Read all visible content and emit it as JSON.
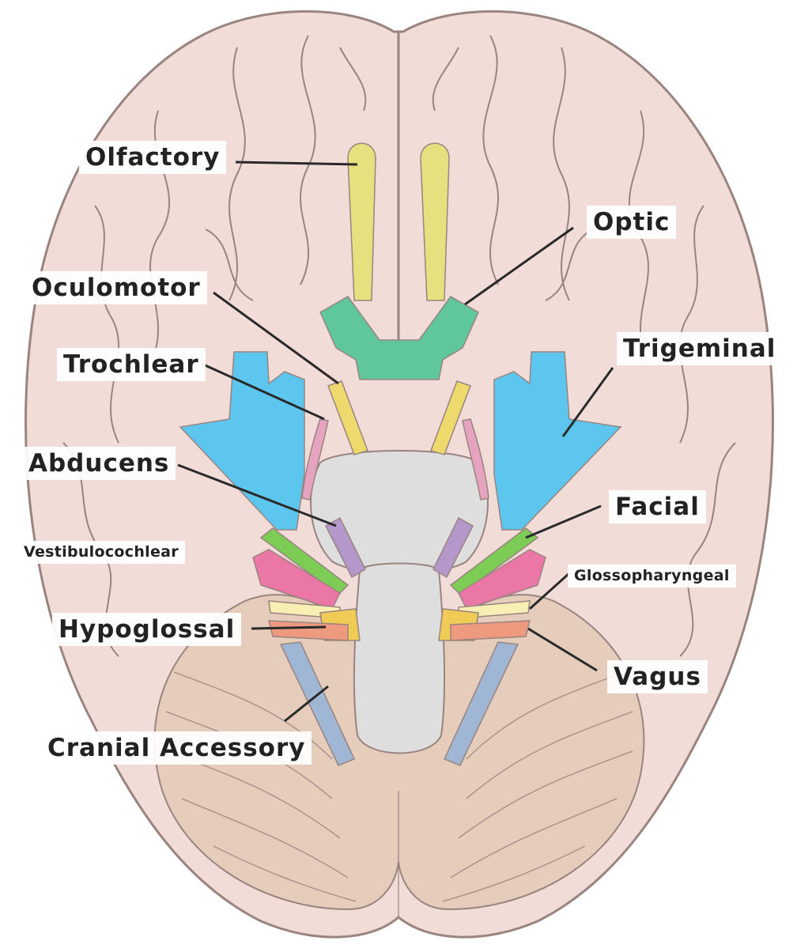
{
  "diagram": {
    "labels": {
      "olfactory": "Olfactory",
      "optic": "Optic",
      "oculomotor": "Oculomotor",
      "trochlear": "Trochlear",
      "trigeminal": "Trigeminal",
      "abducens": "Abducens",
      "facial": "Facial",
      "vestibulocochlear": "Vestibulocochlear",
      "glossopharyngeal": "Glossopharyngeal",
      "hypoglossal": "Hypoglossal",
      "vagus": "Vagus",
      "cranial_accessory": "Cranial Accessory"
    },
    "colors": {
      "brain_fill": "#f1dcd8",
      "brain_outline": "#9a8480",
      "cerebellum_fill": "#e6cdbb",
      "brainstem_fill": "#dedede",
      "olfactory": "#e6e07e",
      "optic": "#5fc79b",
      "oculomotor": "#eeda6c",
      "trochlear": "#e5a3bf",
      "trigeminal": "#5cc6ee",
      "abducens": "#b497cb",
      "facial": "#7ccc55",
      "vestibulocochlear": "#ea77a5",
      "glossopharyngeal": "#f7efb4",
      "vagus": "#ee9a7e",
      "accessory": "#9fb6d5",
      "hypoglossal": "#f0cb55",
      "leader_line": "#2a2a2a"
    }
  }
}
